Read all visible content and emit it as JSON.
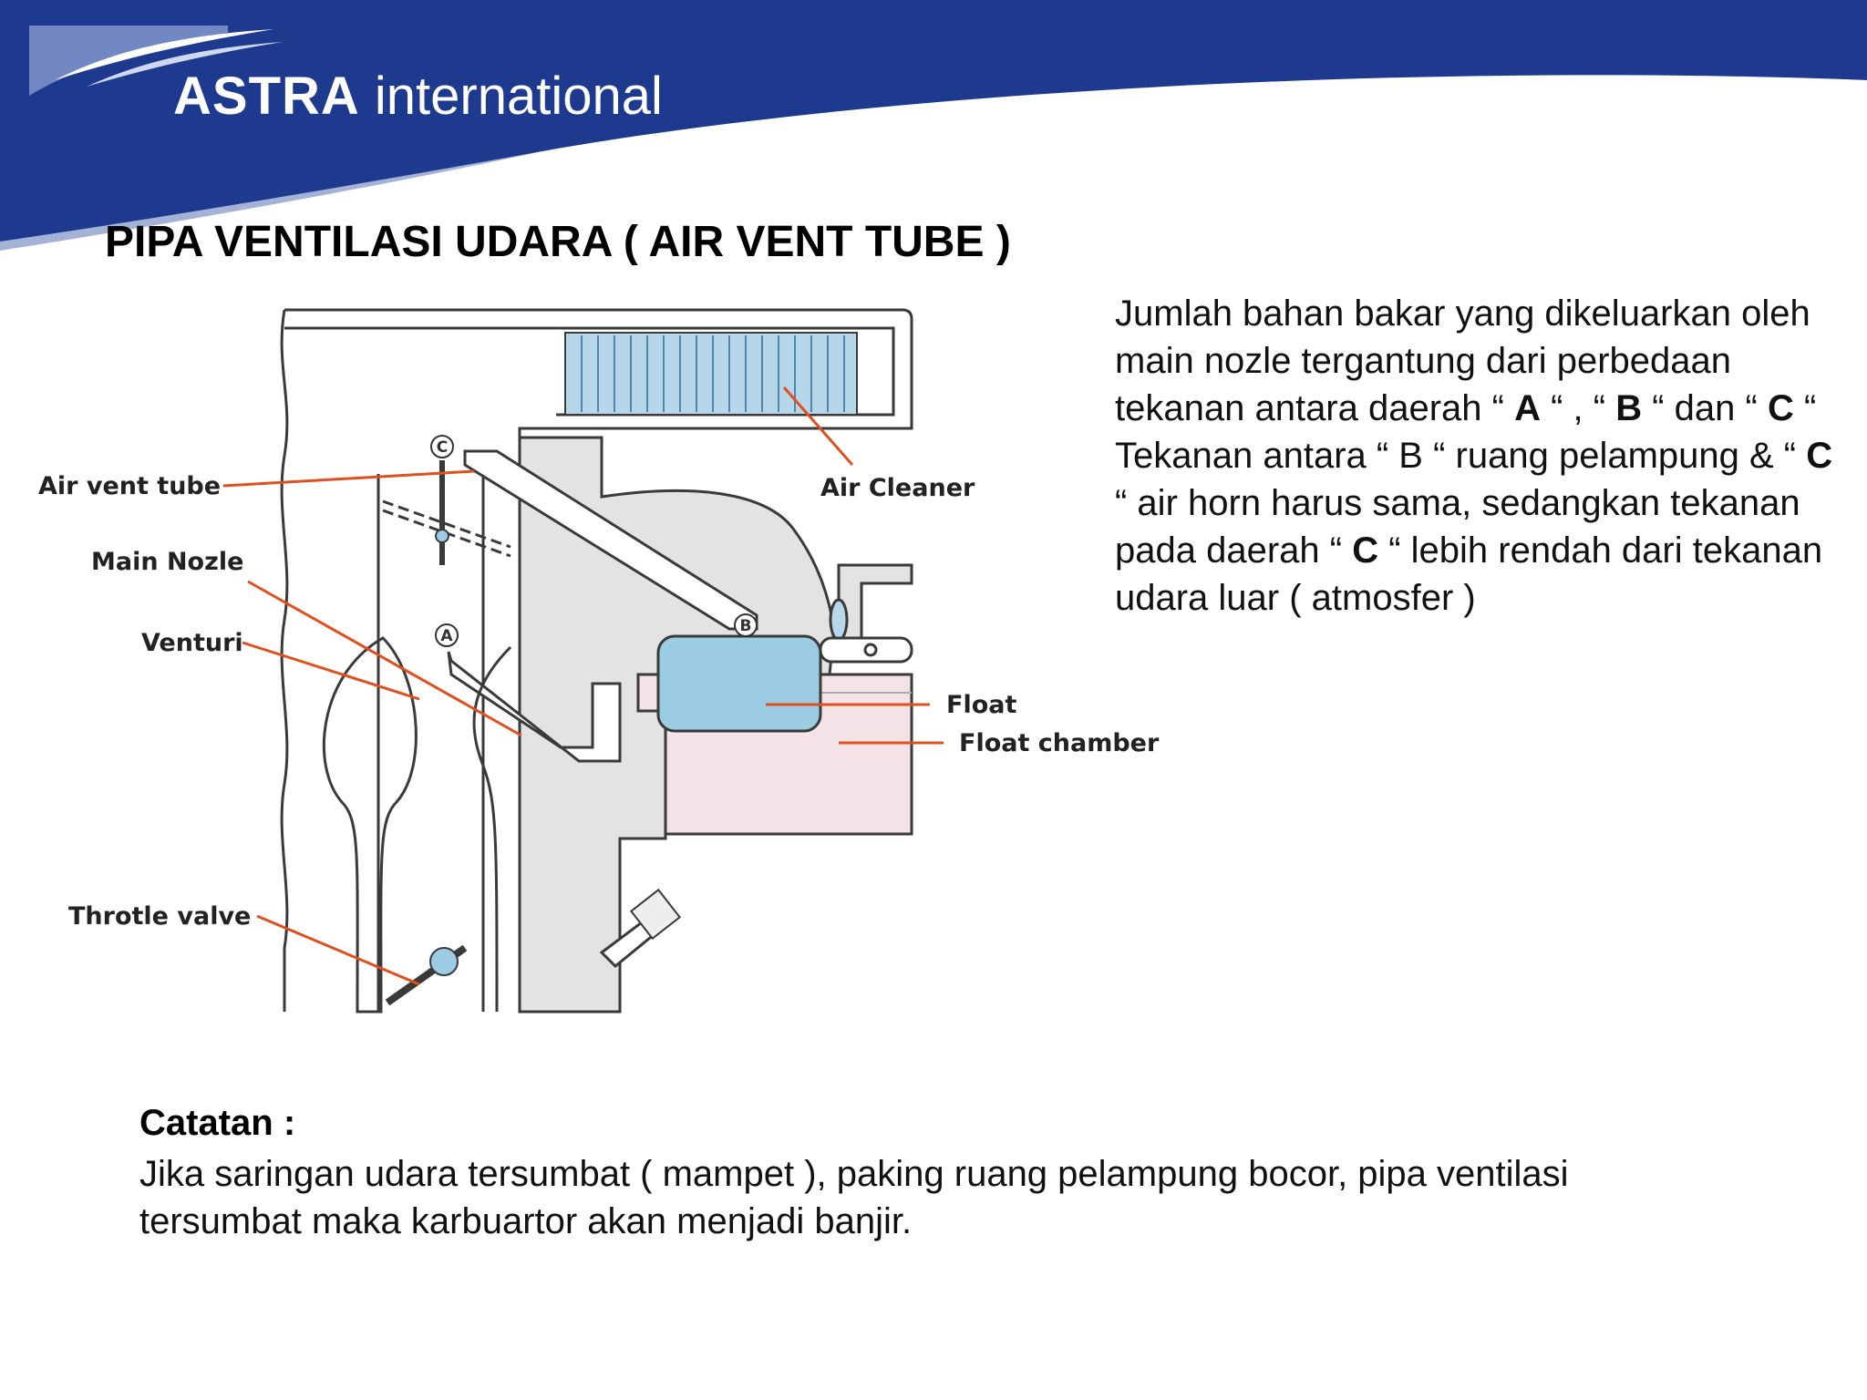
{
  "header": {
    "brand_bold": "ASTRA",
    "brand_light": "international",
    "band_color": "#1e3a8f"
  },
  "title": "PIPA VENTILASI UDARA ( AIR VENT TUBE  )",
  "diagram": {
    "labels": {
      "air_vent_tube": "Air vent tube",
      "main_nozle": "Main Nozle",
      "venturi": "Venturi",
      "throtle_valve": "Throtle valve",
      "air_cleaner": "Air Cleaner",
      "float": "Float",
      "float_chamber": "Float chamber"
    },
    "markers": {
      "a": "A",
      "b": "B",
      "c": "C"
    },
    "colors": {
      "leader_line": "#e0501e",
      "air_cleaner_fill": "#b6d7e9",
      "float_fill": "#9ccbe4",
      "fuel_fill": "#f3e2e6",
      "body_fill": "#e3e3e3",
      "outline": "#3a3a3a"
    }
  },
  "description": {
    "p1_a": "Jumlah bahan bakar yang dikeluarkan oleh main nozle tergantung dari perbedaan tekanan antara daerah “ ",
    "p1_A": "A",
    "p1_b": " “ ,  “ ",
    "p1_B": "B",
    "p1_c": " “ dan “ ",
    "p1_C": "C",
    "p1_d": " “",
    "p2_a": "Tekanan antara “ B “ ruang pelampung & “ ",
    "p2_C1": "C",
    "p2_b": " “ air horn harus sama, sedangkan tekanan pada daerah “ ",
    "p2_C2": "C",
    "p2_c": " “ lebih rendah dari tekanan udara luar ( atmosfer )"
  },
  "note": {
    "label": "Catatan :",
    "text": "Jika saringan udara tersumbat ( mampet ), paking ruang pelampung bocor, pipa ventilasi tersumbat maka karbuartor akan menjadi banjir."
  }
}
